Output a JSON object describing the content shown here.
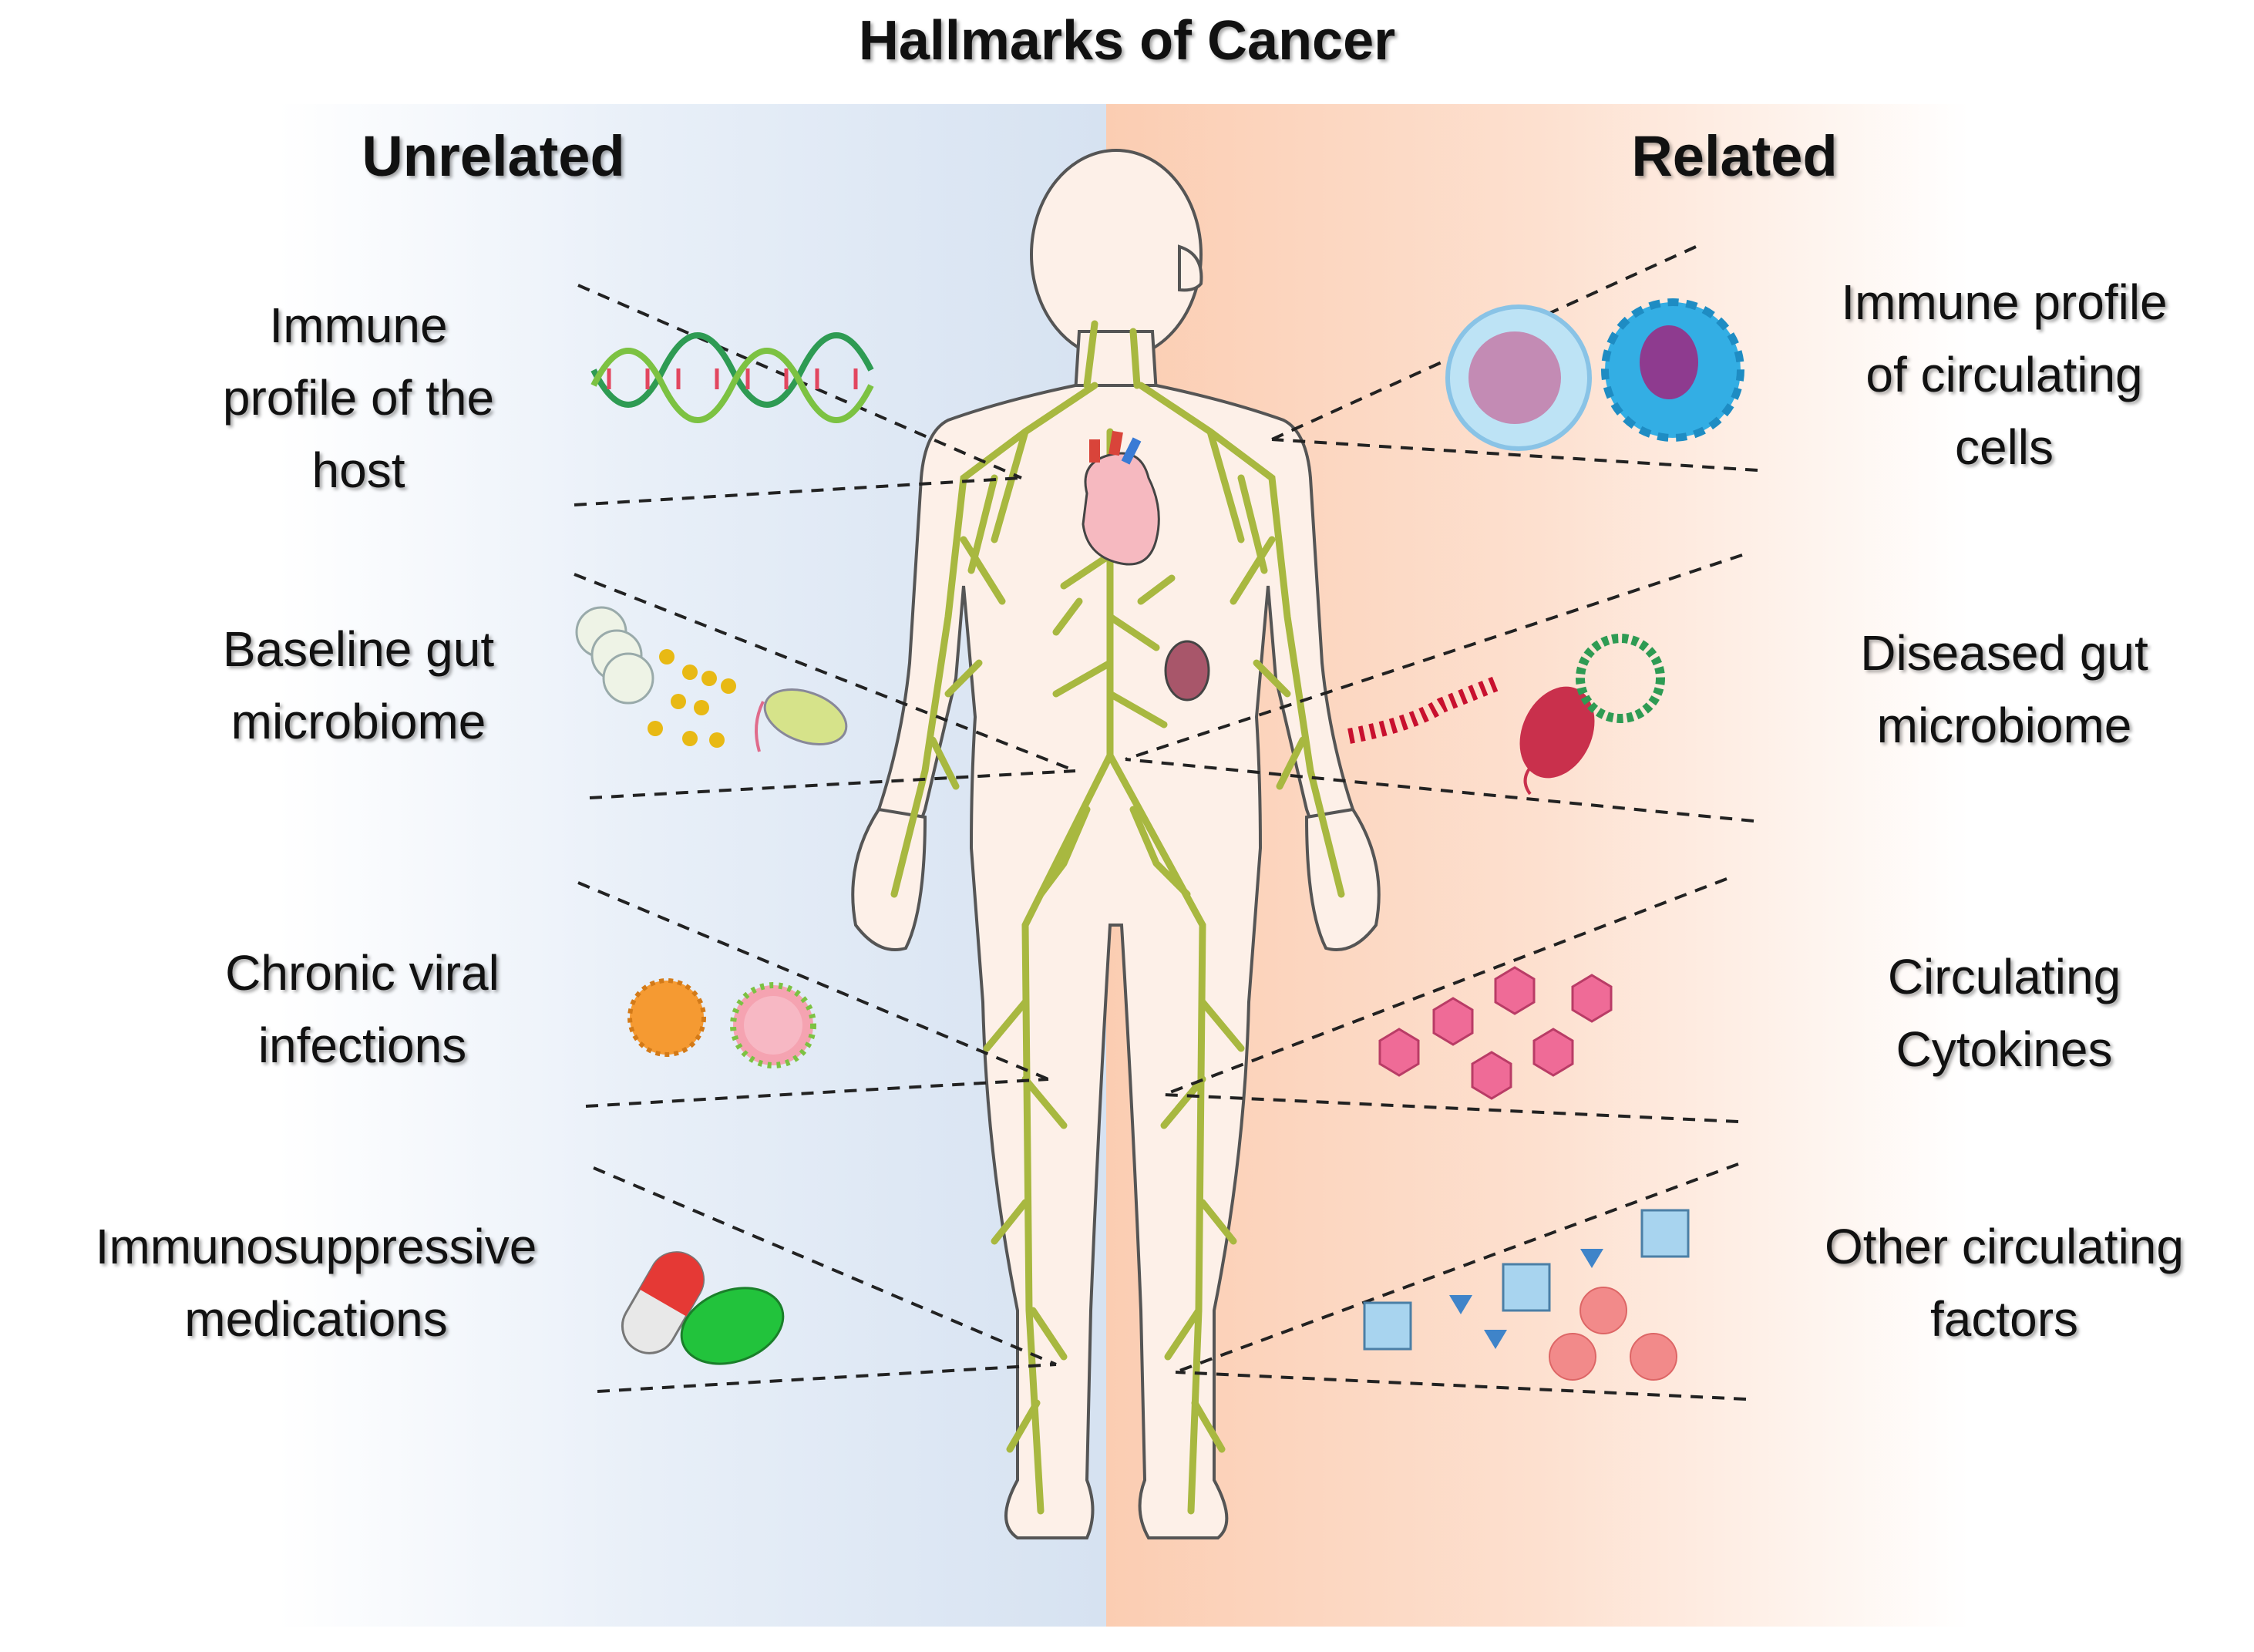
{
  "title": "Hallmarks of Cancer",
  "columns": {
    "left_header": "Unrelated",
    "right_header": "Related"
  },
  "unrelated_factors": [
    {
      "lines": [
        "Immune",
        "profile of the",
        "host"
      ],
      "icon": "dna-icon"
    },
    {
      "lines": [
        "Baseline gut",
        "microbiome"
      ],
      "icon": "bacteria-icon"
    },
    {
      "lines": [
        "Chronic viral",
        "infections"
      ],
      "icon": "virus-icon"
    },
    {
      "lines": [
        "Immunosuppressive",
        "medications"
      ],
      "icon": "pill-icon"
    }
  ],
  "related_factors": [
    {
      "lines": [
        "Immune profile",
        "of circulating",
        "cells"
      ],
      "icon": "immune-cell-icon"
    },
    {
      "lines": [
        "Diseased gut",
        "microbiome"
      ],
      "icon": "pathogenic-bacteria-icon"
    },
    {
      "lines": [
        "Circulating",
        "Cytokines"
      ],
      "icon": "cytokine-icon"
    },
    {
      "lines": [
        "Other circulating",
        "factors"
      ],
      "icon": "molecule-icon"
    }
  ],
  "colors": {
    "unrelated_bg": "#d6e2f1",
    "related_bg": "#fbcdb2",
    "lymph": "#a8b840",
    "skin": "#fdf0e8"
  }
}
